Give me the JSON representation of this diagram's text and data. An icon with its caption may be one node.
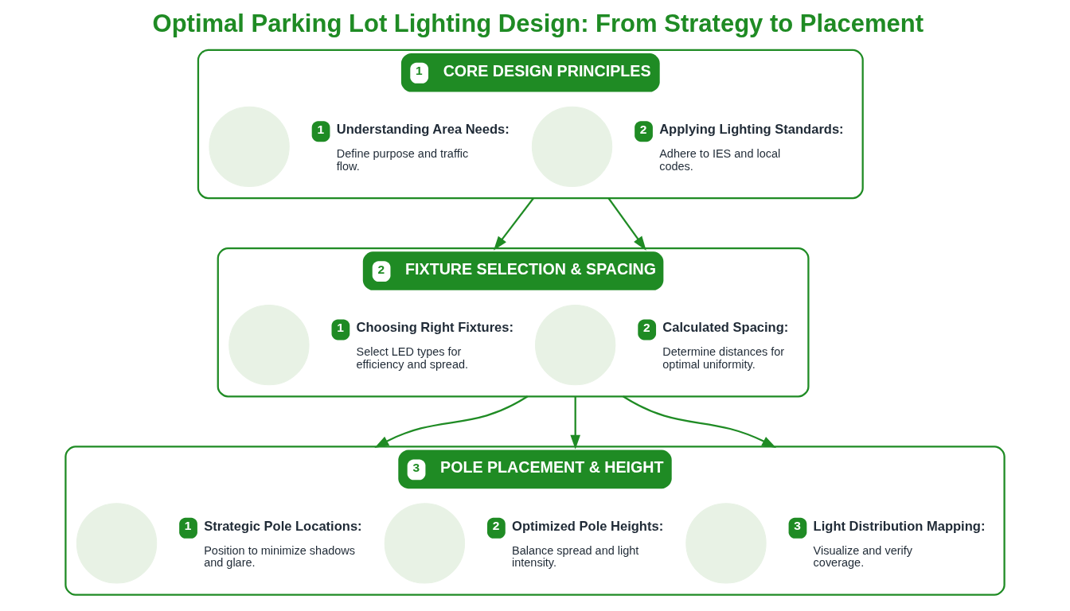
{
  "diagram": {
    "title": "Optimal Parking Lot Lighting Design: From Strategy to Placement",
    "nodes": [
      {
        "text": [
          "1",
          "CORE DESIGN PRINCIPLES"
        ]
      },
      {
        "text": [],
        "shape": "circle",
        "in": 0
      },
      {
        "text": [
          "1",
          "Understanding Area Needs:",
          "Define purpose and traffic flow."
        ],
        "in": 0
      },
      {
        "text": [],
        "shape": "circle",
        "in": 0
      },
      {
        "text": [
          "2",
          "Applying Lighting Standards:",
          "Adhere to IES and local codes."
        ],
        "in": 0
      },
      {
        "text": [
          "2",
          "FIXTURE SELECTION & SPACING"
        ]
      },
      {
        "text": [],
        "shape": "circle",
        "in": 5
      },
      {
        "text": [
          "1",
          "Choosing Right Fixtures:",
          "Select LED types for efficiency and spread."
        ],
        "in": 5
      },
      {
        "text": [],
        "shape": "circle",
        "in": 5
      },
      {
        "text": [
          "2",
          "Calculated Spacing:",
          "Determine distances for optimal uniformity."
        ],
        "in": 5
      },
      {
        "text": [
          "3",
          "POLE PLACEMENT & HEIGHT"
        ]
      },
      {
        "text": [],
        "shape": "circle",
        "in": 10
      },
      {
        "text": [
          "1",
          "Strategic Pole Locations:",
          "Position to minimize shadows and glare."
        ],
        "in": 10
      },
      {
        "text": [],
        "shape": "circle",
        "in": 10
      },
      {
        "text": [
          "2",
          "Optimized Pole Heights:",
          "Balance spread and light intensity."
        ],
        "in": 10
      },
      {
        "text": [],
        "shape": "circle",
        "in": 10
      },
      {
        "text": [
          "3",
          "Light Distribution Mapping:",
          "Visualize and verify coverage."
        ],
        "in": 10
      }
    ],
    "edges": [
      {
        "from": 0,
        "to": 5,
        "arrow": "to"
      },
      {
        "from": 0,
        "to": 5,
        "arrow": "to"
      },
      {
        "from": 5,
        "to": 10,
        "arrow": "to"
      },
      {
        "from": 5,
        "to": 10,
        "arrow": "to"
      },
      {
        "from": 5,
        "to": 10,
        "arrow": "to"
      }
    ]
  }
}
